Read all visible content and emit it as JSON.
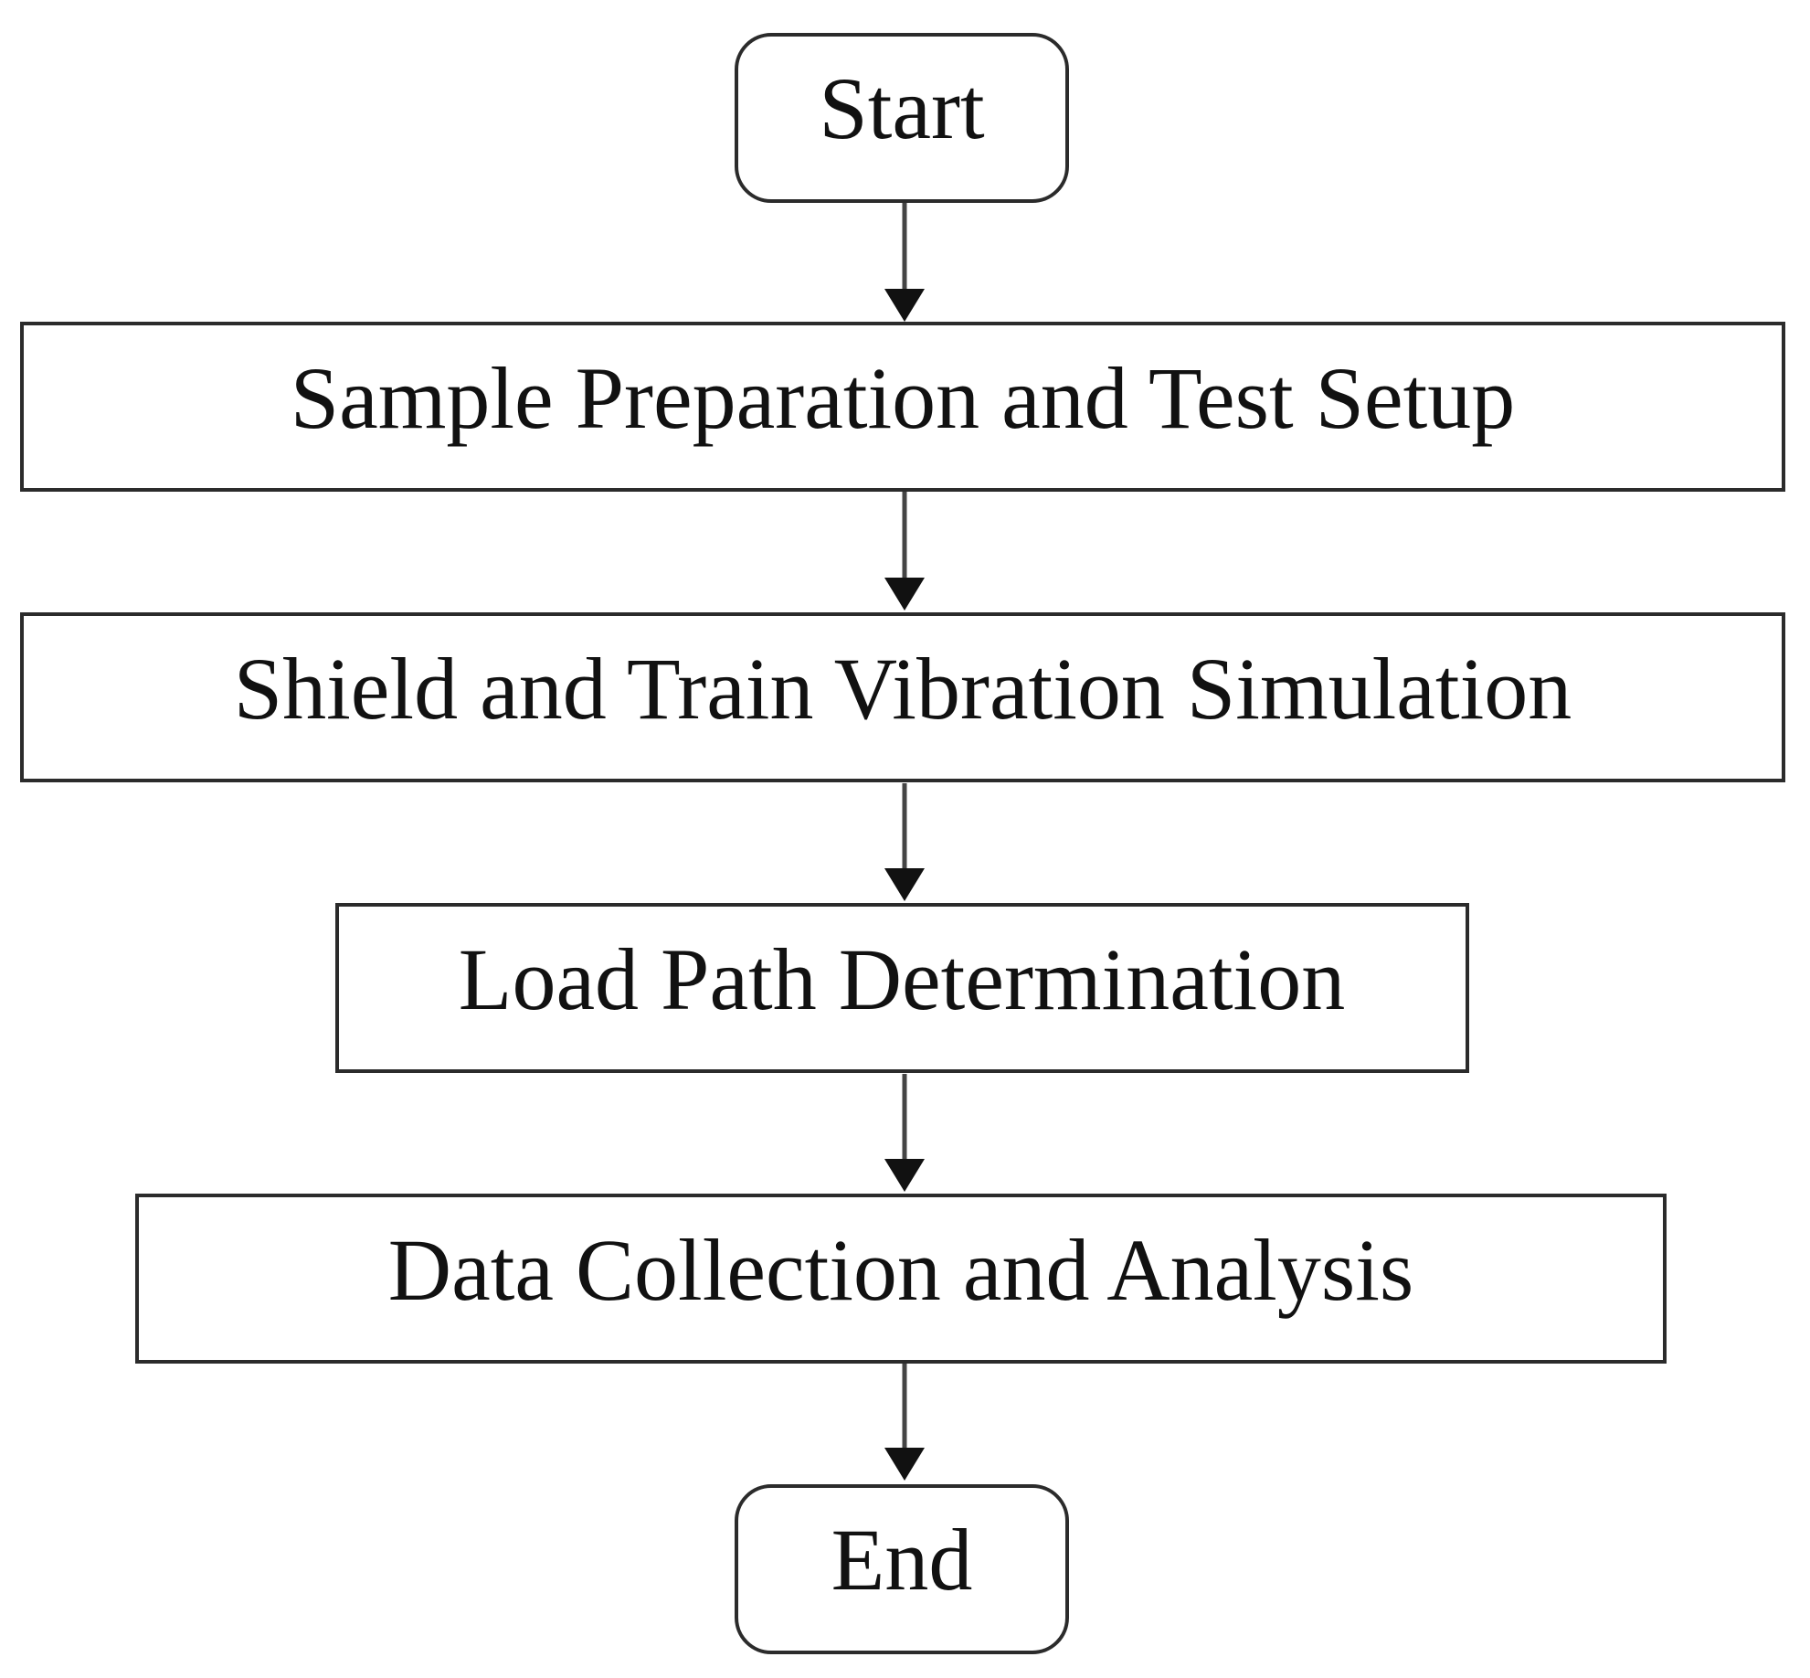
{
  "flowchart": {
    "nodes": [
      {
        "id": "start",
        "shape": "terminal",
        "label": "Start"
      },
      {
        "id": "step1",
        "shape": "process",
        "label": "Sample Preparation and Test Setup"
      },
      {
        "id": "step2",
        "shape": "process",
        "label": "Shield and Train Vibration Simulation"
      },
      {
        "id": "step3",
        "shape": "process",
        "label": "Load Path Determination"
      },
      {
        "id": "step4",
        "shape": "process",
        "label": "Data Collection and Analysis"
      },
      {
        "id": "end",
        "shape": "terminal",
        "label": "End"
      }
    ],
    "edges": [
      {
        "from": "start",
        "to": "step1"
      },
      {
        "from": "step1",
        "to": "step2"
      },
      {
        "from": "step2",
        "to": "step3"
      },
      {
        "from": "step3",
        "to": "step4"
      },
      {
        "from": "step4",
        "to": "end"
      }
    ],
    "colors": {
      "stroke": "#2b2b2b",
      "arrow": "#444444",
      "text": "#111111",
      "fill": "#ffffff"
    }
  }
}
